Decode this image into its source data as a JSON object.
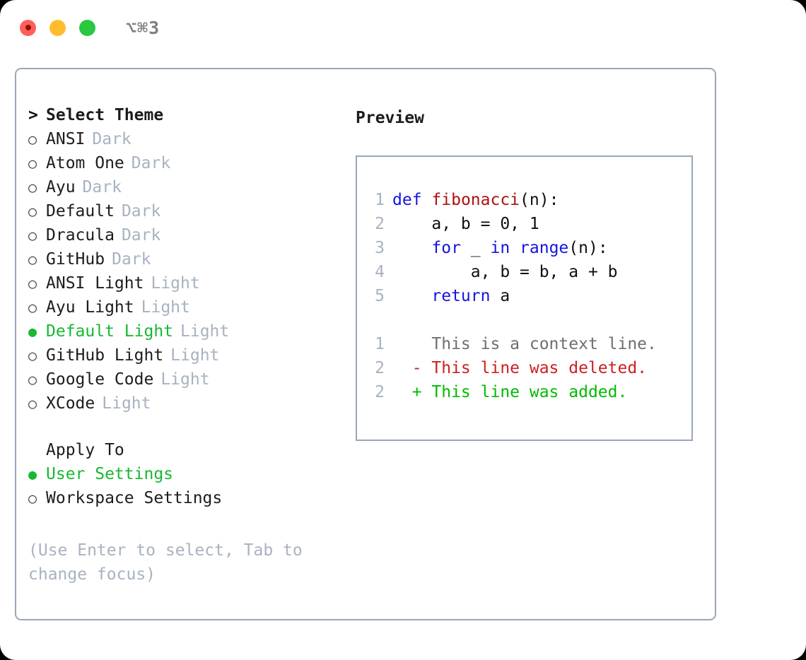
{
  "window": {
    "title": "⌥⌘3",
    "traffic_lights": [
      "close-red",
      "minimize-yellow",
      "maximize-green"
    ]
  },
  "colors": {
    "accent_green": "#18b832",
    "muted": "#a8b2c1",
    "border": "#9aa7b6",
    "keyword_blue": "#1414e0",
    "function_red": "#b01010",
    "diff_add_green": "#00bb00",
    "diff_del_red": "#cc2020",
    "tl_red": "#ff5f56",
    "tl_yellow": "#ffbd2e",
    "tl_green": "#28c840"
  },
  "theme_list": {
    "heading": "Select Theme",
    "heading_marker": ">",
    "marker_selected": "●",
    "marker_unselected": "○",
    "items": [
      {
        "name": "ANSI",
        "tag": "Dark",
        "selected": false
      },
      {
        "name": "Atom One",
        "tag": "Dark",
        "selected": false
      },
      {
        "name": "Ayu",
        "tag": "Dark",
        "selected": false
      },
      {
        "name": "Default",
        "tag": "Dark",
        "selected": false
      },
      {
        "name": "Dracula",
        "tag": "Dark",
        "selected": false
      },
      {
        "name": "GitHub",
        "tag": "Dark",
        "selected": false
      },
      {
        "name": "ANSI Light",
        "tag": "Light",
        "selected": false
      },
      {
        "name": "Ayu Light",
        "tag": "Light",
        "selected": false
      },
      {
        "name": "Default Light",
        "tag": "Light",
        "selected": true
      },
      {
        "name": "GitHub Light",
        "tag": "Light",
        "selected": false
      },
      {
        "name": "Google Code",
        "tag": "Light",
        "selected": false
      },
      {
        "name": "XCode",
        "tag": "Light",
        "selected": false
      }
    ]
  },
  "apply_to": {
    "heading": "Apply To",
    "items": [
      {
        "name": "User Settings",
        "selected": true
      },
      {
        "name": "Workspace Settings",
        "selected": false
      }
    ]
  },
  "hint": "(Use Enter to select, Tab to change focus)",
  "preview": {
    "title": "Preview",
    "code_lines": [
      {
        "no": "1",
        "tokens": [
          {
            "t": "def",
            "c": "kw"
          },
          {
            "t": " ",
            "c": "pl"
          },
          {
            "t": "fibonacci",
            "c": "fn"
          },
          {
            "t": "(n):",
            "c": "pl"
          }
        ]
      },
      {
        "no": "2",
        "tokens": [
          {
            "t": "    a, b = 0, 1",
            "c": "pl"
          }
        ]
      },
      {
        "no": "3",
        "tokens": [
          {
            "t": "    ",
            "c": "pl"
          },
          {
            "t": "for",
            "c": "kw"
          },
          {
            "t": " _ ",
            "c": "pl"
          },
          {
            "t": "in",
            "c": "kw"
          },
          {
            "t": " ",
            "c": "pl"
          },
          {
            "t": "range",
            "c": "kw"
          },
          {
            "t": "(n):",
            "c": "pl"
          }
        ]
      },
      {
        "no": "4",
        "tokens": [
          {
            "t": "        a, b = b, a + b",
            "c": "pl"
          }
        ]
      },
      {
        "no": "5",
        "tokens": [
          {
            "t": "    ",
            "c": "pl"
          },
          {
            "t": "return",
            "c": "kw"
          },
          {
            "t": " a",
            "c": "pl"
          }
        ]
      }
    ],
    "diff_lines": [
      {
        "no": "1",
        "marker": " ",
        "text": "This is a context line.",
        "kind": "context"
      },
      {
        "no": "2",
        "marker": "-",
        "text": "This line was deleted.",
        "kind": "deleted"
      },
      {
        "no": "2",
        "marker": "+",
        "text": "This line was added.",
        "kind": "added"
      }
    ]
  }
}
